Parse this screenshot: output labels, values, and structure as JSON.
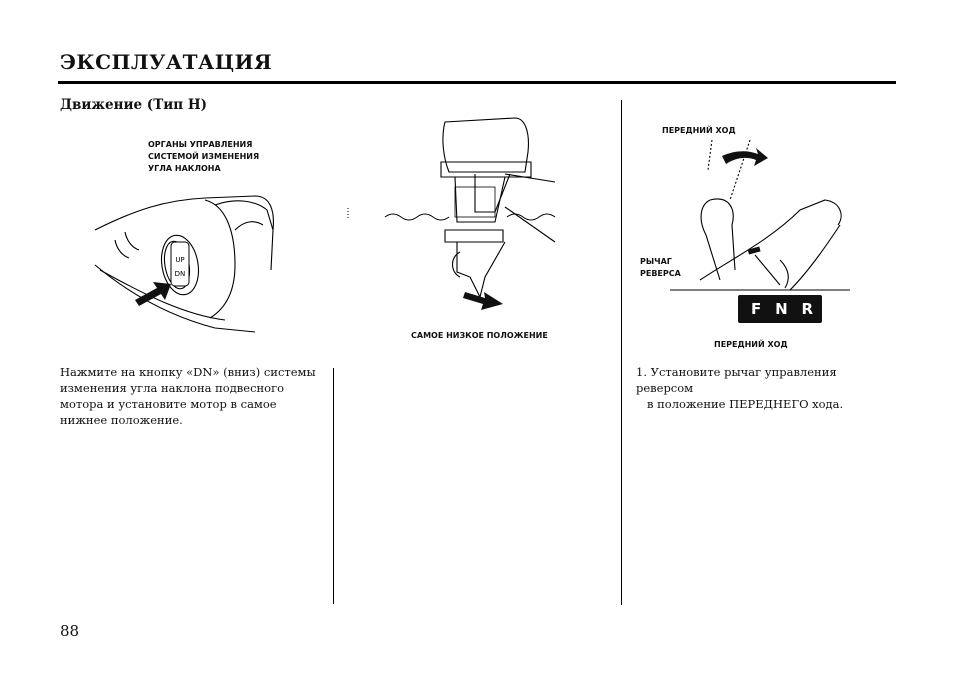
{
  "page": {
    "section_title": "ЭКСПЛУАТАЦИЯ",
    "subtitle": "Движение (Тип H)",
    "page_number": "88"
  },
  "figure_left": {
    "caption_lines": [
      "ОРГАНЫ УПРАВЛЕНИЯ",
      "СИСТЕМОЙ ИЗМЕНЕНИЯ",
      "УГЛА НАКЛОНА"
    ]
  },
  "figure_middle": {
    "caption": "САМОЕ НИЗКОЕ ПОЛОЖЕНИЕ"
  },
  "figure_right": {
    "top_label": "ПЕРЕДНИЙ ХОД",
    "lever_label_lines": [
      "РЫЧАГ",
      "РЕВЕРСА"
    ],
    "bottom_label": "ПЕРЕДНИЙ ХОД",
    "gear_letters": [
      "F",
      "N",
      "R"
    ]
  },
  "text": {
    "left_paragraph": "Нажмите на кнопку «DN» (вниз) системы изменения угла наклона подвесного мотора и установите мотор в самое нижнее положение.",
    "right_paragraph_lines": [
      "1. Установите рычаг управления реверсом",
      "в положение ПЕРЕДНЕГО хода."
    ]
  }
}
